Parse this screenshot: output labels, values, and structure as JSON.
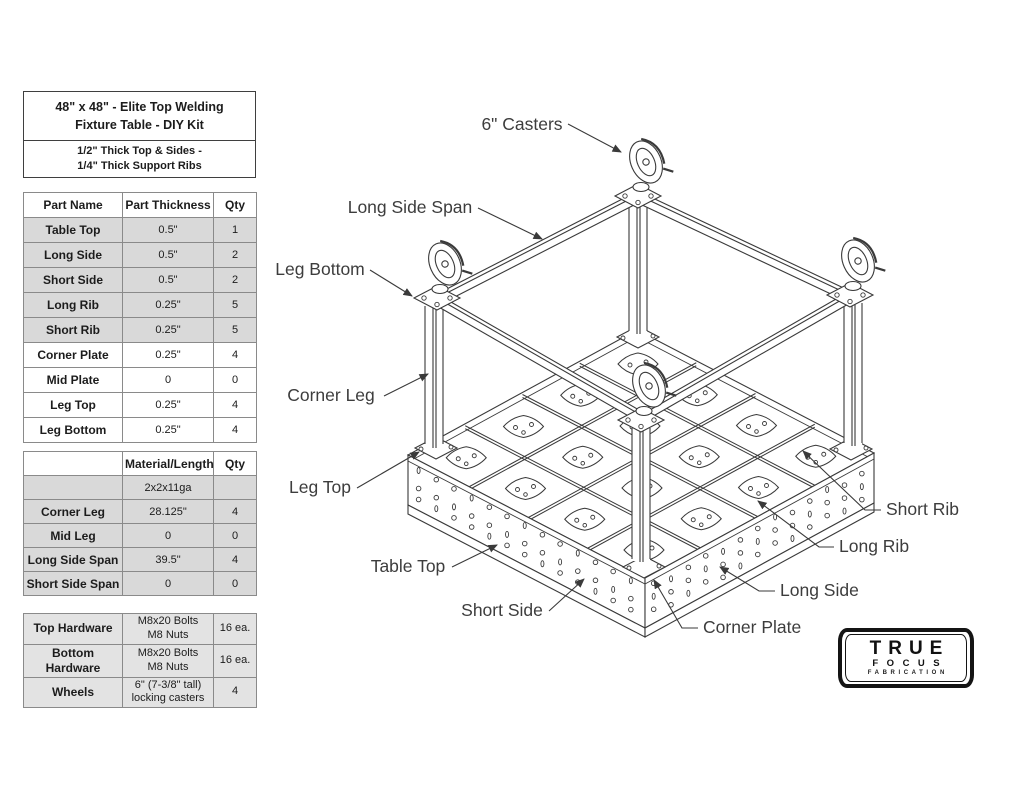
{
  "title_block": {
    "title": "48\" x 48\" - Elite Top Welding\nFixture Table - DIY Kit",
    "subtitle": "1/2\" Thick Top & Sides -\n1/4\" Thick Support Ribs"
  },
  "parts_table": {
    "headers": [
      "Part Name",
      "Part Thickness",
      "Qty"
    ],
    "rows": [
      {
        "name": "Table Top",
        "thickness": "0.5\"",
        "qty": "1"
      },
      {
        "name": "Long Side",
        "thickness": "0.5\"",
        "qty": "2"
      },
      {
        "name": "Short Side",
        "thickness": "0.5\"",
        "qty": "2"
      },
      {
        "name": "Long Rib",
        "thickness": "0.25\"",
        "qty": "5"
      },
      {
        "name": "Short Rib",
        "thickness": "0.25\"",
        "qty": "5"
      },
      {
        "name": "Corner Plate",
        "thickness": "0.25\"",
        "qty": "4"
      },
      {
        "name": "Mid Plate",
        "thickness": "0",
        "qty": "0"
      },
      {
        "name": "Leg Top",
        "thickness": "0.25\"",
        "qty": "4"
      },
      {
        "name": "Leg Bottom",
        "thickness": "0.25\"",
        "qty": "4"
      }
    ]
  },
  "materials_table": {
    "headers": [
      "",
      "Material/Length",
      "Qty"
    ],
    "rows": [
      {
        "name": "",
        "value": "2x2x11ga",
        "qty": ""
      },
      {
        "name": "Corner Leg",
        "value": "28.125\"",
        "qty": "4"
      },
      {
        "name": "Mid Leg",
        "value": "0",
        "qty": "0"
      },
      {
        "name": "Long Side Span",
        "value": "39.5\"",
        "qty": "4"
      },
      {
        "name": "Short Side Span",
        "value": "0",
        "qty": "0"
      }
    ]
  },
  "hardware_table": {
    "rows": [
      {
        "name": "Top Hardware",
        "value": "M8x20 Bolts\nM8 Nuts",
        "qty": "16 ea."
      },
      {
        "name": "Bottom Hardware",
        "value": "M8x20 Bolts\nM8 Nuts",
        "qty": "16 ea."
      },
      {
        "name": "Wheels",
        "value": "6\" (7-3/8\" tall)\nlocking casters",
        "qty": "4"
      }
    ]
  },
  "diagram": {
    "callouts": {
      "casters": "6\" Casters",
      "long_side_span": "Long Side Span",
      "leg_bottom": "Leg Bottom",
      "corner_leg": "Corner Leg",
      "leg_top": "Leg Top",
      "table_top": "Table Top",
      "short_side": "Short Side",
      "corner_plate": "Corner Plate",
      "long_side": "Long Side",
      "long_rib": "Long Rib",
      "short_rib": "Short Rib"
    },
    "line_color": "#3a3a3a"
  },
  "logo": {
    "line1": "TRUE",
    "line2": "FOCUS",
    "line3": "FABRICATION"
  }
}
